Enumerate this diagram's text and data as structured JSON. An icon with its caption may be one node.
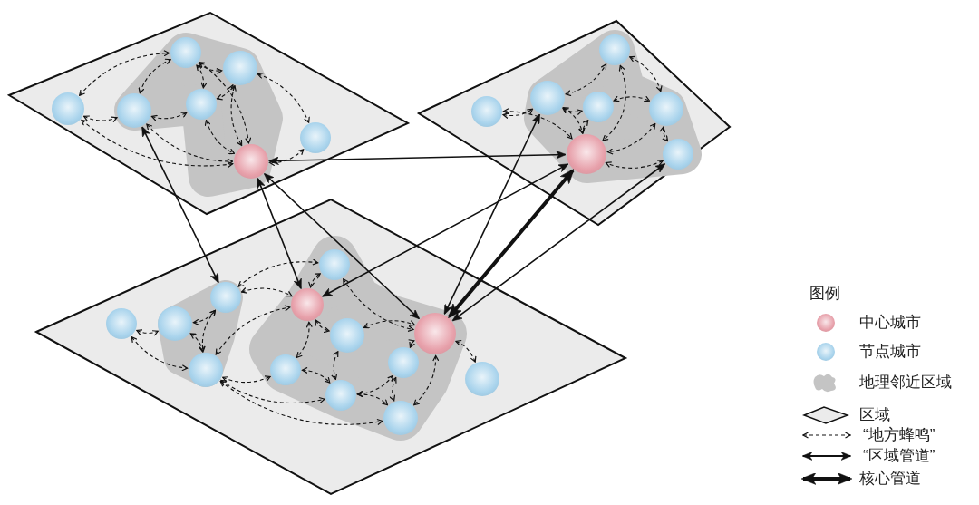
{
  "diagram": {
    "nodes": [
      {
        "text": [],
        "shape": "parallelogram"
      },
      {
        "text": [],
        "shape": "circle",
        "in": 0
      },
      {
        "text": [],
        "shape": "circle",
        "in": 0
      },
      {
        "text": [],
        "shape": "circle",
        "in": 0
      },
      {
        "text": [],
        "shape": "circle",
        "in": 0
      },
      {
        "text": [],
        "shape": "circle",
        "in": 0
      },
      {
        "text": [],
        "shape": "circle",
        "in": 0
      },
      {
        "text": [],
        "shape": "circle",
        "in": 0
      },
      {
        "text": [],
        "shape": "parallelogram"
      },
      {
        "text": [],
        "shape": "circle",
        "in": 8
      },
      {
        "text": [],
        "shape": "circle",
        "in": 8
      },
      {
        "text": [],
        "shape": "circle",
        "in": 8
      },
      {
        "text": [],
        "shape": "circle",
        "in": 8
      },
      {
        "text": [],
        "shape": "circle",
        "in": 8
      },
      {
        "text": [],
        "shape": "circle",
        "in": 8
      },
      {
        "text": [],
        "shape": "circle",
        "in": 8
      },
      {
        "text": [],
        "shape": "parallelogram"
      },
      {
        "text": [],
        "shape": "circle",
        "in": 16
      },
      {
        "text": [],
        "shape": "circle",
        "in": 16
      },
      {
        "text": [],
        "shape": "circle",
        "in": 16
      },
      {
        "text": [],
        "shape": "circle",
        "in": 16
      },
      {
        "text": [],
        "shape": "circle",
        "in": 16
      },
      {
        "text": [],
        "shape": "circle",
        "in": 16
      },
      {
        "text": [],
        "shape": "circle",
        "in": 16
      },
      {
        "text": [],
        "shape": "circle",
        "in": 16
      },
      {
        "text": [],
        "shape": "circle",
        "in": 16
      },
      {
        "text": [],
        "shape": "circle",
        "in": 16
      },
      {
        "text": [],
        "shape": "circle",
        "in": 16
      },
      {
        "text": [],
        "shape": "circle",
        "in": 16
      },
      {
        "text": [],
        "shape": "circle",
        "in": 16
      }
    ],
    "edges": [
      {
        "from": 2,
        "to": 19,
        "arrow": "both"
      },
      {
        "from": 7,
        "to": 21,
        "arrow": "both"
      },
      {
        "from": 7,
        "to": 27,
        "arrow": "both"
      },
      {
        "from": 7,
        "to": 15,
        "arrow": "both"
      },
      {
        "from": 15,
        "to": 21,
        "arrow": "both"
      },
      {
        "from": 10,
        "to": 27,
        "arrow": "both"
      },
      {
        "from": 15,
        "to": 27,
        "arrow": "both",
        "style": "thick"
      },
      {
        "from": 14,
        "to": 27,
        "arrow": "both"
      },
      {
        "from": 1,
        "to": 2,
        "arrow": "both",
        "style": "dashed"
      },
      {
        "from": 1,
        "to": 3,
        "arrow": "both",
        "style": "dashed"
      },
      {
        "from": 1,
        "to": 7,
        "arrow": "both",
        "style": "dashed"
      },
      {
        "from": 2,
        "to": 3,
        "arrow": "both",
        "style": "dashed"
      },
      {
        "from": 2,
        "to": 5,
        "arrow": "both",
        "style": "dashed"
      },
      {
        "from": 2,
        "to": 7,
        "arrow": "both",
        "style": "dashed"
      },
      {
        "from": 3,
        "to": 4,
        "arrow": "both",
        "style": "dashed"
      },
      {
        "from": 3,
        "to": 5,
        "arrow": "both",
        "style": "dashed"
      },
      {
        "from": 3,
        "to": 7,
        "arrow": "both",
        "style": "dashed"
      },
      {
        "from": 4,
        "to": 5,
        "arrow": "both",
        "style": "dashed"
      },
      {
        "from": 4,
        "to": 7,
        "arrow": "both",
        "style": "dashed"
      },
      {
        "from": 4,
        "to": 6,
        "arrow": "both",
        "style": "dashed"
      },
      {
        "from": 5,
        "to": 7,
        "arrow": "both",
        "style": "dashed"
      },
      {
        "from": 6,
        "to": 7,
        "arrow": "both",
        "style": "dashed"
      },
      {
        "from": 9,
        "to": 10,
        "arrow": "both",
        "style": "dashed"
      },
      {
        "from": 9,
        "to": 15,
        "arrow": "both",
        "style": "dashed"
      },
      {
        "from": 10,
        "to": 12,
        "arrow": "both",
        "style": "dashed"
      },
      {
        "from": 10,
        "to": 15,
        "arrow": "both",
        "style": "dashed"
      },
      {
        "from": 10,
        "to": 11,
        "arrow": "both",
        "style": "dashed"
      },
      {
        "from": 12,
        "to": 13,
        "arrow": "both",
        "style": "dashed"
      },
      {
        "from": 12,
        "to": 15,
        "arrow": "both",
        "style": "dashed"
      },
      {
        "from": 11,
        "to": 13,
        "arrow": "both",
        "style": "dashed"
      },
      {
        "from": 11,
        "to": 15,
        "arrow": "both",
        "style": "dashed"
      },
      {
        "from": 13,
        "to": 15,
        "arrow": "both",
        "style": "dashed"
      },
      {
        "from": 13,
        "to": 14,
        "arrow": "both",
        "style": "dashed"
      },
      {
        "from": 14,
        "to": 15,
        "arrow": "both",
        "style": "dashed"
      },
      {
        "from": 17,
        "to": 18,
        "arrow": "both",
        "style": "dashed"
      },
      {
        "from": 17,
        "to": 20,
        "arrow": "both",
        "style": "dashed"
      },
      {
        "from": 18,
        "to": 19,
        "arrow": "both",
        "style": "dashed"
      },
      {
        "from": 18,
        "to": 20,
        "arrow": "both",
        "style": "dashed"
      },
      {
        "from": 19,
        "to": 20,
        "arrow": "both",
        "style": "dashed"
      },
      {
        "from": 19,
        "to": 21,
        "arrow": "both",
        "style": "dashed"
      },
      {
        "from": 19,
        "to": 22,
        "arrow": "both",
        "style": "dashed"
      },
      {
        "from": 20,
        "to": 21,
        "arrow": "both",
        "style": "dashed"
      },
      {
        "from": 20,
        "to": 24,
        "arrow": "both",
        "style": "dashed"
      },
      {
        "from": 20,
        "to": 25,
        "arrow": "both",
        "style": "dashed"
      },
      {
        "from": 20,
        "to": 29,
        "arrow": "both",
        "style": "dashed"
      },
      {
        "from": 21,
        "to": 22,
        "arrow": "both",
        "style": "dashed"
      },
      {
        "from": 21,
        "to": 23,
        "arrow": "both",
        "style": "dashed"
      },
      {
        "from": 21,
        "to": 24,
        "arrow": "both",
        "style": "dashed"
      },
      {
        "from": 22,
        "to": 27,
        "arrow": "both",
        "style": "dashed"
      },
      {
        "from": 23,
        "to": 27,
        "arrow": "both",
        "style": "dashed"
      },
      {
        "from": 23,
        "to": 25,
        "arrow": "both",
        "style": "dashed"
      },
      {
        "from": 24,
        "to": 25,
        "arrow": "both",
        "style": "dashed"
      },
      {
        "from": 25,
        "to": 26,
        "arrow": "both",
        "style": "dashed"
      },
      {
        "from": 25,
        "to": 29,
        "arrow": "both",
        "style": "dashed"
      },
      {
        "from": 26,
        "to": 29,
        "arrow": "both",
        "style": "dashed"
      },
      {
        "from": 26,
        "to": 27,
        "arrow": "both",
        "style": "dashed"
      },
      {
        "from": 27,
        "to": 29,
        "arrow": "both",
        "style": "dashed"
      },
      {
        "from": 27,
        "to": 28,
        "arrow": "both",
        "style": "dashed"
      }
    ],
    "labels": [
      "图例"
    ],
    "legend": [
      {
        "text": "中心城市",
        "color": "#e7a0aa"
      },
      {
        "text": "节点城市",
        "color": "#a8d3ec"
      },
      {
        "text": "地理邻近区域",
        "color": "#c4c4c4"
      },
      {
        "text": "区域"
      },
      {
        "text": "“地方蜂鸣”"
      },
      {
        "text": "“区域管道”"
      },
      {
        "text": "核心管道"
      }
    ]
  }
}
